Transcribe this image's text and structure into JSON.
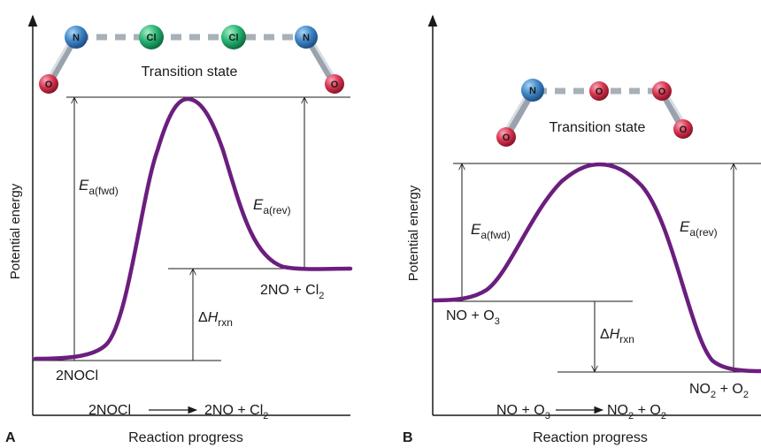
{
  "panel_a": {
    "letter": "A",
    "y_axis_label": "Potential energy",
    "x_axis_label": "Reaction progress",
    "transition_state_label": "Transition state",
    "ea_fwd": {
      "main": "E",
      "sub": "a(fwd)"
    },
    "ea_rev": {
      "main": "E",
      "sub": "a(rev)"
    },
    "dh": {
      "prefix": "Δ",
      "main": "H",
      "sub": "rxn"
    },
    "reactant_label": "2NOCl",
    "product_label": {
      "main": "2NO + Cl",
      "sub": "2"
    },
    "equation": {
      "left": "2NOCl",
      "right_main": "2NO + Cl",
      "right_sub": "2"
    },
    "molecule_atoms": [
      "O",
      "N",
      "Cl",
      "Cl",
      "N",
      "O"
    ]
  },
  "panel_b": {
    "letter": "B",
    "y_axis_label": "Potential energy",
    "x_axis_label": "Reaction progress",
    "transition_state_label": "Transition state",
    "ea_fwd": {
      "main": "E",
      "sub": "a(fwd)"
    },
    "ea_rev": {
      "main": "E",
      "sub": "a(rev)"
    },
    "dh": {
      "prefix": "Δ",
      "main": "H",
      "sub": "rxn"
    },
    "reactant_label": {
      "main": "NO + O",
      "sub": "3"
    },
    "product_label": {
      "main": "NO",
      "sub": "2",
      "tail": " + O",
      "sub2": "2"
    },
    "equation": {
      "left_main": "NO + O",
      "left_sub": "3",
      "right_main": "NO",
      "right_sub": "2",
      "right_tail": " + O",
      "right_sub2": "2"
    },
    "molecule_atoms": [
      "O",
      "N",
      "O",
      "O",
      "O"
    ]
  },
  "colors": {
    "curve": "#6b1e7e",
    "nitrogen": "#3f86c6",
    "oxygen": "#d8344f",
    "chlorine": "#27b372",
    "bond": "#9aa3ad"
  }
}
